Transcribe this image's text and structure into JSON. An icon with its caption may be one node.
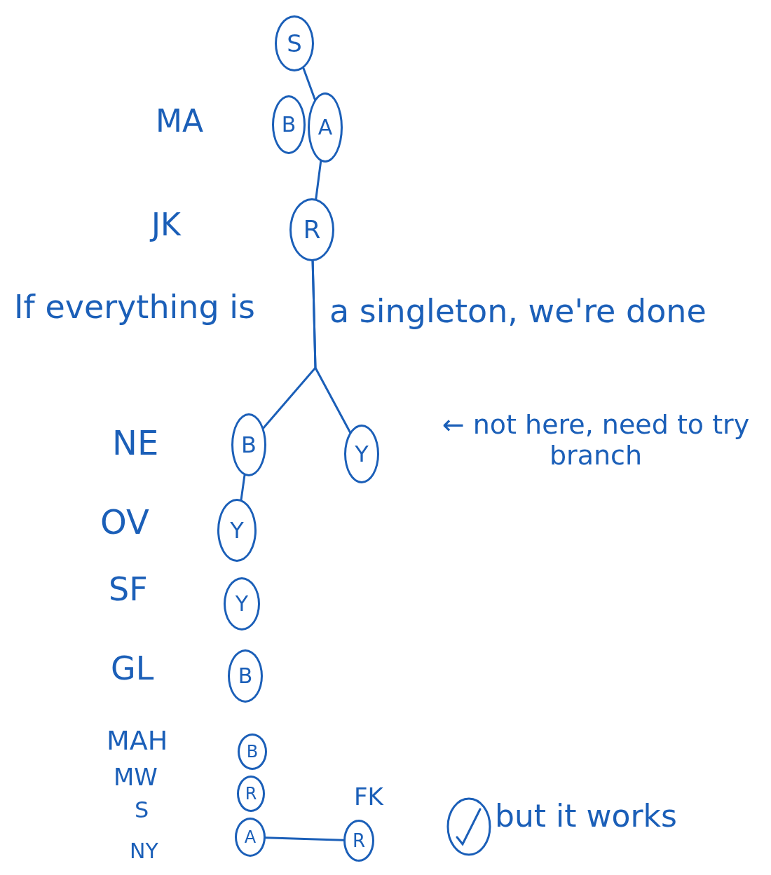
{
  "diagram": {
    "nodes": [
      {
        "text": [
          "S"
        ]
      },
      {
        "text": [
          "B"
        ]
      },
      {
        "text": [
          "A"
        ]
      },
      {
        "text": [
          "R"
        ]
      },
      {
        "text": [
          "B"
        ]
      },
      {
        "text": [
          "Y"
        ]
      },
      {
        "text": [
          "Y"
        ]
      },
      {
        "text": [
          "Y"
        ]
      },
      {
        "text": [
          "B"
        ]
      },
      {
        "text": [
          "B"
        ]
      },
      {
        "text": [
          "R"
        ]
      },
      {
        "text": [
          "A"
        ]
      },
      {
        "text": [
          "R"
        ]
      }
    ],
    "edges": [
      {
        "from": 0,
        "to": 2,
        "arrow": "none"
      },
      {
        "from": 2,
        "to": 3,
        "arrow": "none"
      },
      {
        "from": 3,
        "to": 4,
        "arrow": "none"
      },
      {
        "from": 3,
        "to": 5,
        "arrow": "none"
      },
      {
        "from": 4,
        "to": 6,
        "arrow": "none"
      },
      {
        "from": 11,
        "to": 12,
        "arrow": "none"
      }
    ],
    "labels": [
      "MA",
      "JK",
      "If everything is",
      "a singleton, we're done",
      "NE",
      "← not here, need to try branch",
      "OV",
      "SF",
      "GL",
      "MAH",
      "MW",
      "FK",
      "S",
      "but it works",
      "NY"
    ]
  }
}
